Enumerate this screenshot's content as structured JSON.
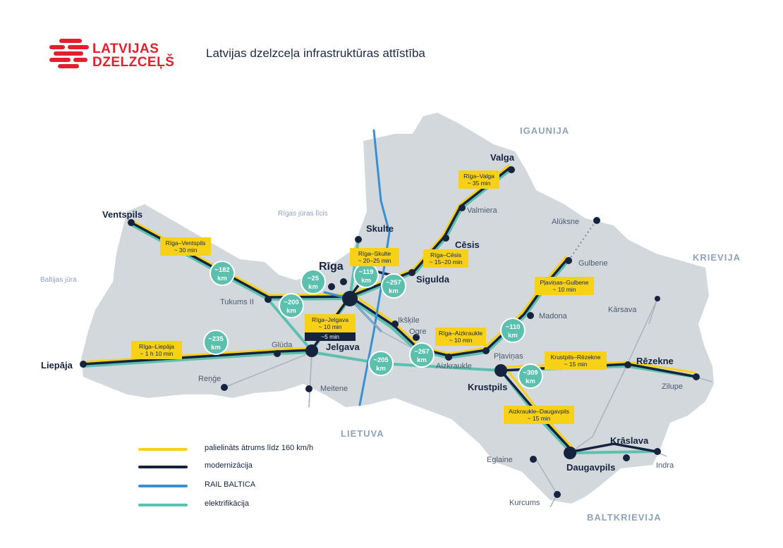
{
  "header": {
    "logo_line1": "LATVIJAS",
    "logo_line2": "DZELZCEĻŠ",
    "title": "Latvijas dzelzceļa infrastruktūras attīstība"
  },
  "colors": {
    "land": "#d3d8dd",
    "yellow": "#f7d117",
    "navy": "#15233f",
    "blue": "#3a8fd0",
    "teal": "#5cc0ae",
    "brand_red": "#e31e2d"
  },
  "countries": [
    "IGAUNIJA",
    "KRIEVIJA",
    "BALTKRIEVIJA",
    "LIETUVA"
  ],
  "seas": [
    "Rīgas jūras līcis",
    "Baltijas jūra"
  ],
  "cities": {
    "riga": "Rīga",
    "ventspils": "Ventspils",
    "liepaja": "Liepāja",
    "jelgava": "Jelgava",
    "skulte": "Skulte",
    "sigulda": "Sigulda",
    "cesis": "Cēsis",
    "valga": "Valga",
    "krustpils": "Krustpils",
    "daugavpils": "Daugavpils",
    "rezekne": "Rēzekne",
    "kraslava": "Krāslava",
    "tukums": "Tukums II",
    "gluda": "Glūda",
    "renge": "Reņģe",
    "meitene": "Meitene",
    "valmiera": "Valmiera",
    "aluksne": "Alūksne",
    "gulbene": "Gulbene",
    "madona": "Madona",
    "karsava": "Kārsava",
    "ikskile": "Ikšķile",
    "ogre": "Ogre",
    "aizkraukle": "Aizkraukle",
    "plavinas": "Pļaviņas",
    "zilupe": "Zilupe",
    "eglaine": "Eglaine",
    "indra": "Indra",
    "kurcums": "Kurcums"
  },
  "route_boxes": {
    "ventspils": [
      "Rīga–Ventspils",
      "~ 30 min"
    ],
    "skulte": [
      "Rīga–Skulte",
      "~ 20–25 min"
    ],
    "cesis": [
      "Rīga–Cēsis",
      "~ 15–20 min"
    ],
    "valga": [
      "Rīga–Valga",
      "~ 35 min"
    ],
    "gulbene": [
      "Pļaviņas–Gulbene",
      "~ 10 min"
    ],
    "jelgava": [
      "Rīga–Jelgava",
      "~ 10 min"
    ],
    "jelgava_extra": "~5 min",
    "liepaja": [
      "Rīga–Liepāja",
      "~ 1 h 10 min"
    ],
    "aizkraukle": [
      "Rīga–Aizkraukle",
      "~ 10 min"
    ],
    "rezekne": [
      "Krustpils–Rēzekne",
      "~ 15 min"
    ],
    "daugavpils": [
      "Aizkraukle–Daugavpils",
      "~ 15 min"
    ]
  },
  "km_bubbles": [
    [
      "~182",
      "km"
    ],
    [
      "~200",
      "km"
    ],
    [
      "~25",
      "km"
    ],
    [
      "~119",
      "km"
    ],
    [
      "~257",
      "km"
    ],
    [
      "~235",
      "km"
    ],
    [
      "~205",
      "km"
    ],
    [
      "~267",
      "km"
    ],
    [
      "~110",
      "km"
    ],
    [
      "~309",
      "km"
    ]
  ],
  "legend": [
    {
      "label": "palielināts ātrums līdz 160 km/h",
      "color": "#f7d117"
    },
    {
      "label": "modernizācija",
      "color": "#15233f"
    },
    {
      "label": "RAIL BALTICA",
      "color": "#3a8fd0"
    },
    {
      "label": "elektrifikācija",
      "color": "#5cc0ae"
    }
  ]
}
